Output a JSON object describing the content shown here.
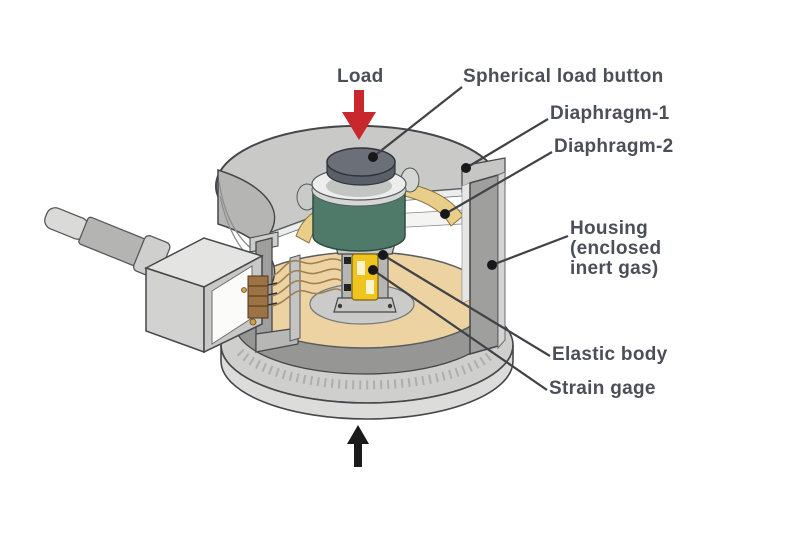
{
  "figure": {
    "description": "Cutaway diagram of a strain-gage load cell",
    "labels": {
      "load": "Load",
      "spherical_load_button": "Spherical load button",
      "diaphragm1": "Diaphragm-1",
      "diaphragm2": "Diaphragm-2",
      "housing_line1": "Housing",
      "housing_line2": "(enclosed",
      "housing_line3": "inert gas)",
      "elastic_body": "Elastic body",
      "strain_gage": "Strain gage"
    },
    "arrows": {
      "load_direction": "down",
      "reaction_direction": "up"
    },
    "colors": {
      "label_text": "#4b4f58",
      "load_arrow_red": "#c8272e",
      "reaction_arrow_black": "#1a1a1a",
      "lid_gray": "#c9c9c7",
      "lid_rim_gray": "#b5b5b3",
      "housing_wall_gray": "#9f9f9d",
      "elastic_body_tan": "#edd2a2",
      "flange_dark_gray": "#969694",
      "base_light_gray": "#d2d2d0",
      "diaphragm_yellow": "#e9ce89",
      "load_column_green": "#4f7a6a",
      "button_dark_gray": "#6b7078",
      "strain_gage_yellow": "#f0c41e",
      "terminal_brown": "#9b7347",
      "leader_line": "#3f4247"
    }
  }
}
